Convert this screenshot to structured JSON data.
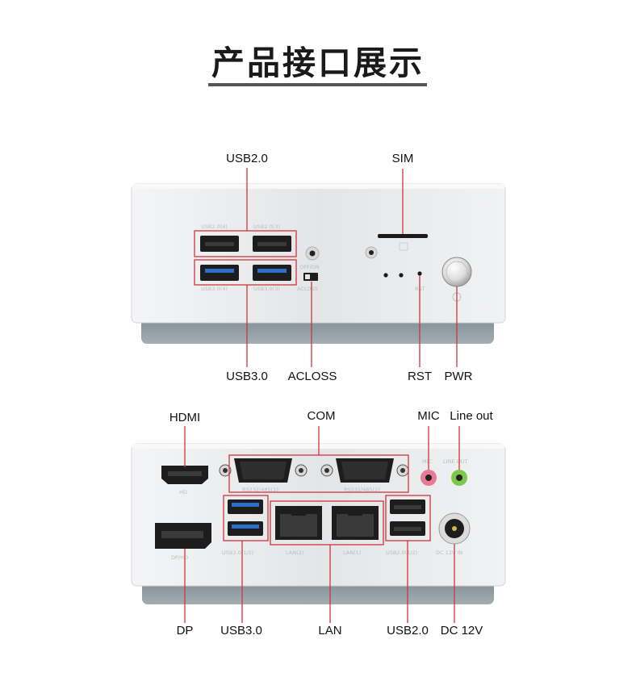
{
  "title": "产品接口展示",
  "front_panel": {
    "labels": {
      "usb2": "USB2.0",
      "sim": "SIM",
      "usb3": "USB3.0",
      "acloss": "ACLOSS",
      "rst": "RST",
      "pwr": "PWR"
    },
    "silkscreen": {
      "usb2_4": "USB2.0(4)",
      "usb2_3": "USB2.0(3)",
      "usb3_4": "USB3.0(4)",
      "usb3_3": "USB3.0(3)",
      "off_on": "OFF/ON",
      "acloss": "ACLOSS",
      "rst": "RST"
    }
  },
  "rear_panel": {
    "labels": {
      "hdmi": "HDMI",
      "com": "COM",
      "mic": "MIC",
      "line_out": "Line out",
      "dp": "DP",
      "usb3": "USB3.0",
      "lan": "LAN",
      "usb2": "USB2.0",
      "dc": "DC 12V"
    },
    "silkscreen": {
      "hd": "HD",
      "com1": "RS232/485(1)",
      "com2": "RS232/485(2)",
      "mic": "MIC",
      "line_out": "LINE OUT",
      "dp_hd": "DP/HD",
      "usb3_12": "USB3.0(1/2)",
      "lan2": "LAN(2)",
      "lan1": "LAN(1)",
      "usb2_12": "USB2.0(1/2)",
      "dc": "DC 12V IN"
    }
  },
  "colors": {
    "annotation": "#d0343c",
    "case": "#e8e9eb",
    "base": "#8a979d",
    "usb3_blue": "#2b6fc9"
  }
}
